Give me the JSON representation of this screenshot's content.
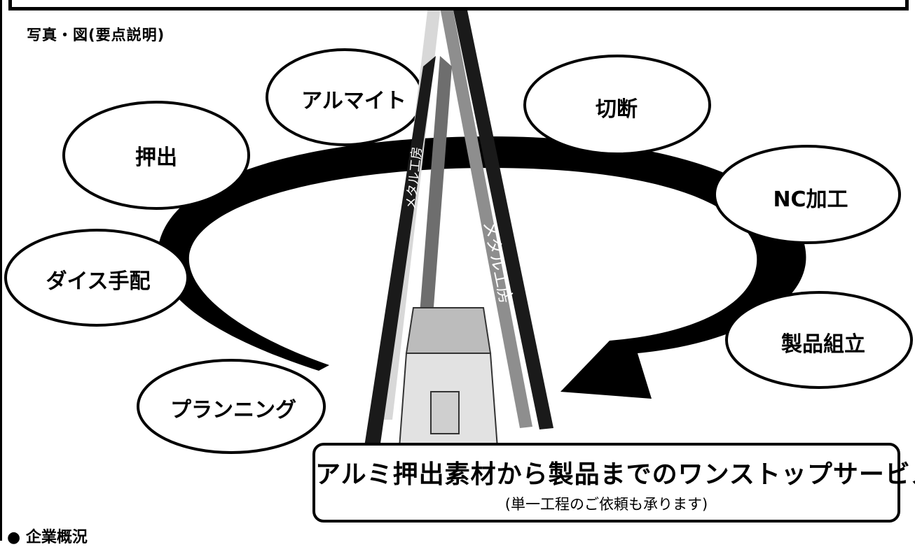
{
  "section_label": "写真・図(要点説明)",
  "bubbles": [
    {
      "id": "extrusion",
      "label": "押出"
    },
    {
      "id": "anodize",
      "label": "アルマイト"
    },
    {
      "id": "cutting",
      "label": "切断"
    },
    {
      "id": "nc",
      "label": "NC加工"
    },
    {
      "id": "assembly",
      "label": "製品組立"
    },
    {
      "id": "die",
      "label": "ダイス手配"
    },
    {
      "id": "planning",
      "label": "プランニング"
    }
  ],
  "signboard": {
    "text_front": "メタル工房",
    "text_side": "メタル工房"
  },
  "banner": {
    "main": "アルミ押出素材から製品までのワンストップサービス",
    "sub": "(単一工程のご依頼も承ります)"
  },
  "bottom_label": "● 企業概況"
}
